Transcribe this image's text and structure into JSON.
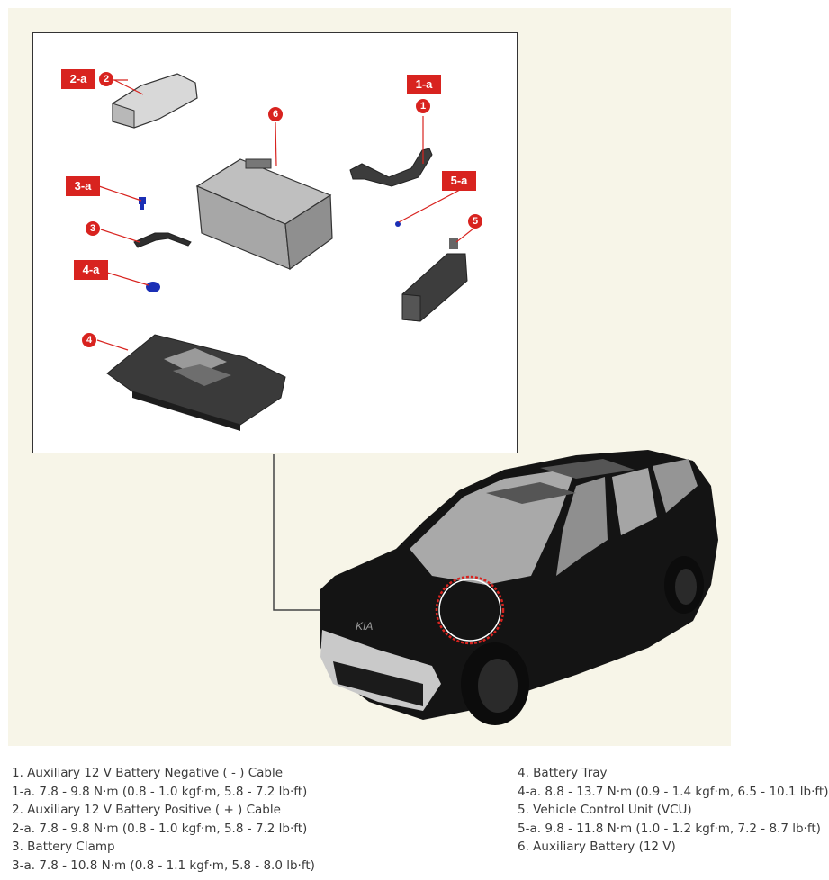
{
  "callouts": {
    "tag_1a": "1-a",
    "tag_2a": "2-a",
    "tag_3a": "3-a",
    "tag_4a": "4-a",
    "tag_5a": "5-a",
    "n1": "1",
    "n2": "2",
    "n3": "3",
    "n4": "4",
    "n5": "5",
    "n6": "6"
  },
  "legend": {
    "left": [
      "1. Auxiliary 12 V Battery Negative ( - ) Cable",
      "1-a. 7.8 - 9.8 N·m (0.8 - 1.0 kgf·m, 5.8 - 7.2 lb·ft)",
      "2. Auxiliary 12 V Battery Positive ( + ) Cable",
      "2-a. 7.8 - 9.8 N·m (0.8 - 1.0 kgf·m, 5.8 - 7.2 lb·ft)",
      "3. Battery Clamp",
      "3-a. 7.8 - 10.8 N·m (0.8 - 1.1 kgf·m, 5.8 - 8.0 lb·ft)"
    ],
    "right": [
      "4. Battery Tray",
      "4-a. 8.8 - 13.7 N·m (0.9 - 1.4 kgf·m, 6.5 - 10.1 lb·ft)",
      "5. Vehicle Control Unit (VCU)",
      "5-a. 9.8 - 11.8 N·m (1.0 - 1.2 kgf·m, 7.2 - 8.7 lb·ft)",
      "6. Auxiliary Battery (12 V)"
    ]
  },
  "colors": {
    "callout_red": "#d8231f",
    "figure_background": "#f7f5e8",
    "bolt_blue": "#1b2fb5"
  }
}
